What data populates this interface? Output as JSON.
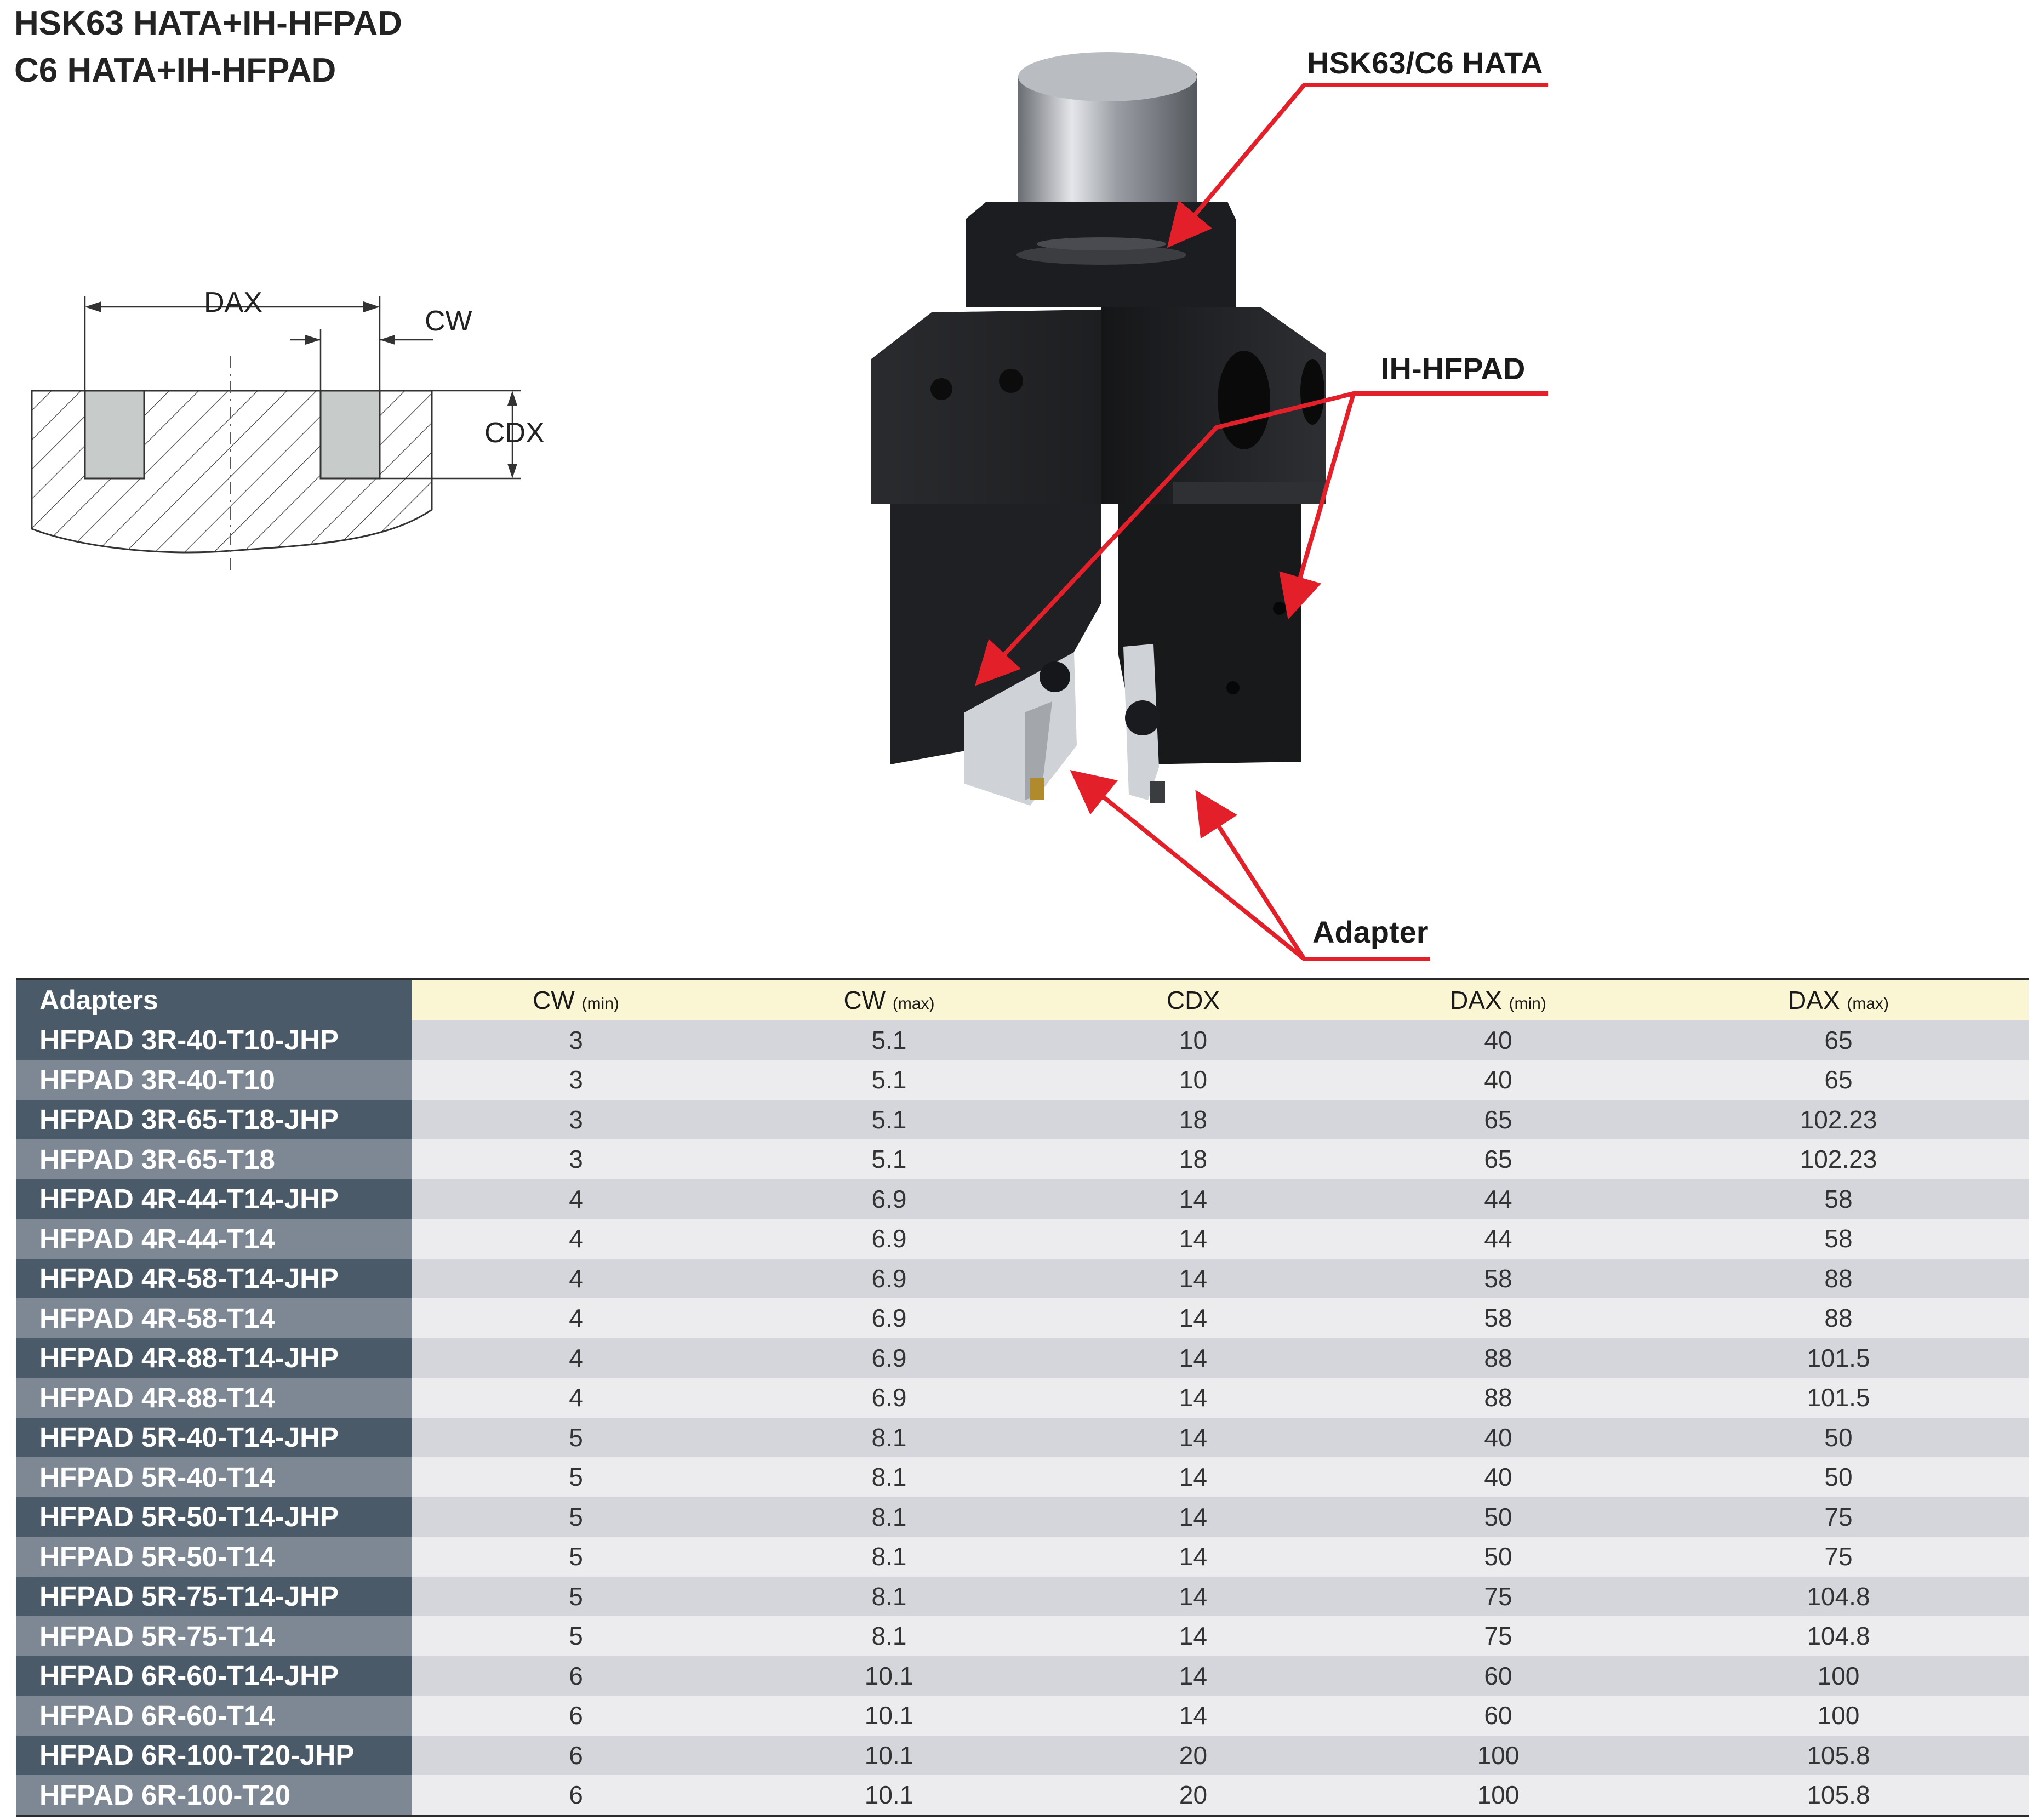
{
  "titles": [
    "HSK63 HATA+IH-HFPAD",
    "C6 HATA+IH-HFPAD"
  ],
  "callouts": {
    "hata": "HSK63/C6 HATA",
    "ih_hfpad": "IH-HFPAD",
    "adapter": "Adapter"
  },
  "dimension_labels": {
    "dax": "DAX",
    "cw": "CW",
    "cdx": "CDX"
  },
  "colors": {
    "arrow": "#e3202a",
    "header_dark": "#4a5a68",
    "header_light": "#7d8894",
    "header_yellow": "#faf5d2"
  },
  "table": {
    "columns": [
      {
        "label": "Adapters",
        "sub": ""
      },
      {
        "label": "CW",
        "sub": "(min)"
      },
      {
        "label": "CW",
        "sub": "(max)"
      },
      {
        "label": "CDX",
        "sub": ""
      },
      {
        "label": "DAX",
        "sub": "(min)"
      },
      {
        "label": "DAX",
        "sub": "(max)"
      }
    ],
    "rows": [
      [
        "HFPAD 3R-40-T10-JHP",
        "3",
        "5.1",
        "10",
        "40",
        "65"
      ],
      [
        "HFPAD 3R-40-T10",
        "3",
        "5.1",
        "10",
        "40",
        "65"
      ],
      [
        "HFPAD 3R-65-T18-JHP",
        "3",
        "5.1",
        "18",
        "65",
        "102.23"
      ],
      [
        "HFPAD 3R-65-T18",
        "3",
        "5.1",
        "18",
        "65",
        "102.23"
      ],
      [
        "HFPAD 4R-44-T14-JHP",
        "4",
        "6.9",
        "14",
        "44",
        "58"
      ],
      [
        "HFPAD 4R-44-T14",
        "4",
        "6.9",
        "14",
        "44",
        "58"
      ],
      [
        "HFPAD 4R-58-T14-JHP",
        "4",
        "6.9",
        "14",
        "58",
        "88"
      ],
      [
        "HFPAD 4R-58-T14",
        "4",
        "6.9",
        "14",
        "58",
        "88"
      ],
      [
        "HFPAD 4R-88-T14-JHP",
        "4",
        "6.9",
        "14",
        "88",
        "101.5"
      ],
      [
        "HFPAD 4R-88-T14",
        "4",
        "6.9",
        "14",
        "88",
        "101.5"
      ],
      [
        "HFPAD 5R-40-T14-JHP",
        "5",
        "8.1",
        "14",
        "40",
        "50"
      ],
      [
        "HFPAD 5R-40-T14",
        "5",
        "8.1",
        "14",
        "40",
        "50"
      ],
      [
        "HFPAD 5R-50-T14-JHP",
        "5",
        "8.1",
        "14",
        "50",
        "75"
      ],
      [
        "HFPAD 5R-50-T14",
        "5",
        "8.1",
        "14",
        "50",
        "75"
      ],
      [
        "HFPAD 5R-75-T14-JHP",
        "5",
        "8.1",
        "14",
        "75",
        "104.8"
      ],
      [
        "HFPAD 5R-75-T14",
        "5",
        "8.1",
        "14",
        "75",
        "104.8"
      ],
      [
        "HFPAD 6R-60-T14-JHP",
        "6",
        "10.1",
        "14",
        "60",
        "100"
      ],
      [
        "HFPAD 6R-60-T14",
        "6",
        "10.1",
        "14",
        "60",
        "100"
      ],
      [
        "HFPAD 6R-100-T20-JHP",
        "6",
        "10.1",
        "20",
        "100",
        "105.8"
      ],
      [
        "HFPAD 6R-100-T20",
        "6",
        "10.1",
        "20",
        "100",
        "105.8"
      ]
    ]
  }
}
